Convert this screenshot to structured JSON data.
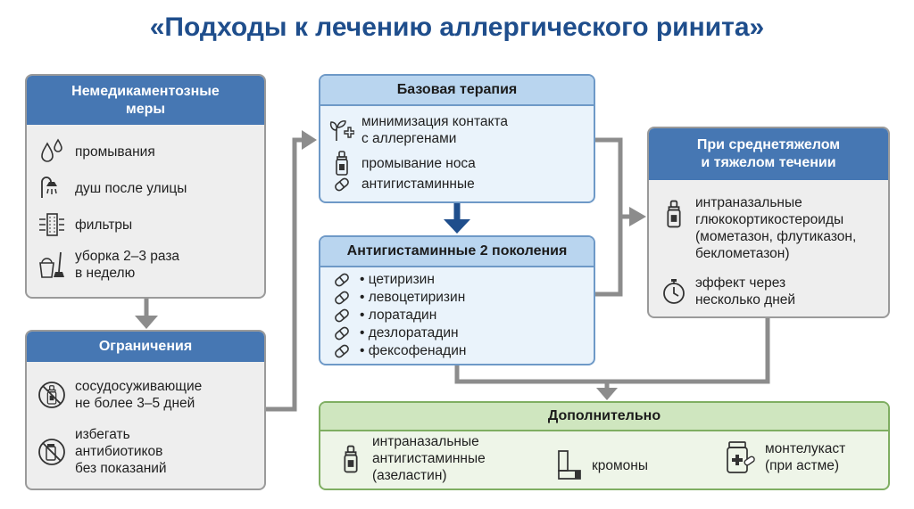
{
  "title": "«Подходы к лечению аллергического ринита»",
  "non_drug": {
    "header": "Немедикаментозные\nмеры",
    "items": [
      {
        "icon": "water-drops-icon",
        "text": "промывания"
      },
      {
        "icon": "shower-icon",
        "text": "душ после улицы"
      },
      {
        "icon": "air-filter-icon",
        "text": "фильтры"
      },
      {
        "icon": "bucket-mop-icon",
        "text": "уборка 2–3 раза\nв неделю"
      }
    ]
  },
  "restrictions": {
    "header": "Ограничения",
    "items": [
      {
        "icon": "no-nasal-spray-icon",
        "text": "сосудосуживающие\nне более 3–5 дней"
      },
      {
        "icon": "no-antibiotics-icon",
        "text": "избегать\nантибиотиков\nбез показаний"
      }
    ]
  },
  "base_therapy": {
    "header": "Базовая терапия",
    "items": [
      {
        "icon": "plant-cross-icon",
        "text": "минимизация контакта\nс аллергенами"
      },
      {
        "icon": "nasal-spray-icon",
        "text": "промывание носа"
      },
      {
        "icon": "pill-icon",
        "text": "антигистаминные"
      }
    ]
  },
  "antihistamines": {
    "header": "Антигистаминные 2 поколения",
    "items": [
      {
        "icon": "pill-icon",
        "text": "• цетиризин"
      },
      {
        "icon": "pill-icon",
        "text": "• левоцетиризин"
      },
      {
        "icon": "pill-icon",
        "text": "• лоратадин"
      },
      {
        "icon": "pill-icon",
        "text": "• дезлоратадин"
      },
      {
        "icon": "pill-icon",
        "text": "• фексофенадин"
      }
    ]
  },
  "severe": {
    "header": "При среднетяжелом\nи тяжелом течении",
    "items": [
      {
        "icon": "nasal-spray-icon",
        "text": "интраназальные\nглюкокортикостероиды\n(мометазон, флутиказон,\nбеклометазон)"
      },
      {
        "icon": "stopwatch-icon",
        "text": "эффект через\nнесколько дней"
      }
    ]
  },
  "additional": {
    "header": "Дополнительно",
    "items": [
      {
        "icon": "nasal-spray-icon",
        "text": "интраназальные\nантигистаминные\n(азеластин)"
      },
      {
        "icon": "inhaler-icon",
        "text": "кромоны"
      },
      {
        "icon": "pill-bottle-icon",
        "text": "монтелукаст\n(при астме)"
      }
    ]
  },
  "colors": {
    "title": "#1f4e8c",
    "header_dark": "#4677b3",
    "header_light_blue": "#b9d5ef",
    "header_light_green": "#cfe6bf",
    "connector_gray": "#8c8c8c",
    "connector_blue": "#1f4e8c"
  }
}
